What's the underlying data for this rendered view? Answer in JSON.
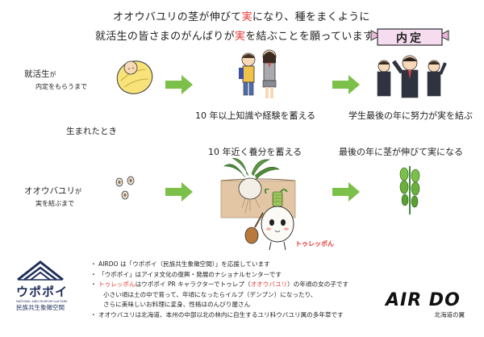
{
  "title": {
    "line1_pre": "オオウバユリの茎が伸びて",
    "line1_hl": "実",
    "line1_post": "になり、種をまくように",
    "line2_pre": "就活生の皆さまのがんばりが",
    "line2_hl": "実",
    "line2_post": "を結ぶことを願っています"
  },
  "naitei_badge": "内定",
  "row1": {
    "label": "就活生",
    "label_small": "が",
    "sub": "内定をもらうまで",
    "caption2": "10 年以上知識や経験を蓄える",
    "caption3": "学生最後の年に努力が実を結ぶ"
  },
  "row2": {
    "born": "生まれたとき",
    "label": "オオウバユリ",
    "label_small": "が",
    "sub": "実を結ぶまで",
    "caption2": "10 年近く養分を蓄える",
    "caption3": "最後の年に茎が伸びて実になる"
  },
  "character_name": "トゥレッポん",
  "upopoy": {
    "name": "ウポポイ",
    "en": "NATIONAL AINU MUSEUM and PARK",
    "jp": "民族共生象徴空間"
  },
  "notes": {
    "n1": "AIRDO は「ウポポイ（民族共生象徴空間）」を応援しています",
    "n2": "「ウポポイ」はアイヌ文化の復興・発展のナショナルセンターです",
    "n3_red1": "トゥレッポん",
    "n3_mid": "はウポポイ PR キャラクターでトゥレプ（",
    "n3_red2": "オオウバユリ",
    "n3_end": "）の年頃の女の子です",
    "n4": "小さい頃は土の中で育って、年頃になったらイルプ（デンプン）になったり、",
    "n5": "さらに美味しいお料理に変身、性格はのんびり屋さん",
    "n6": "オオウバユリは北海道、本州の中部以北の林内に自生するユリ科ウバユリ属の多年草です"
  },
  "airdo": {
    "logo": "AIR DO",
    "tagline": "北海道の翼"
  },
  "colors": {
    "arrow": "#7cc04a",
    "highlight": "#e53935",
    "badge_bg": "#f3e0ee",
    "logo_navy": "#1f2d5a"
  }
}
